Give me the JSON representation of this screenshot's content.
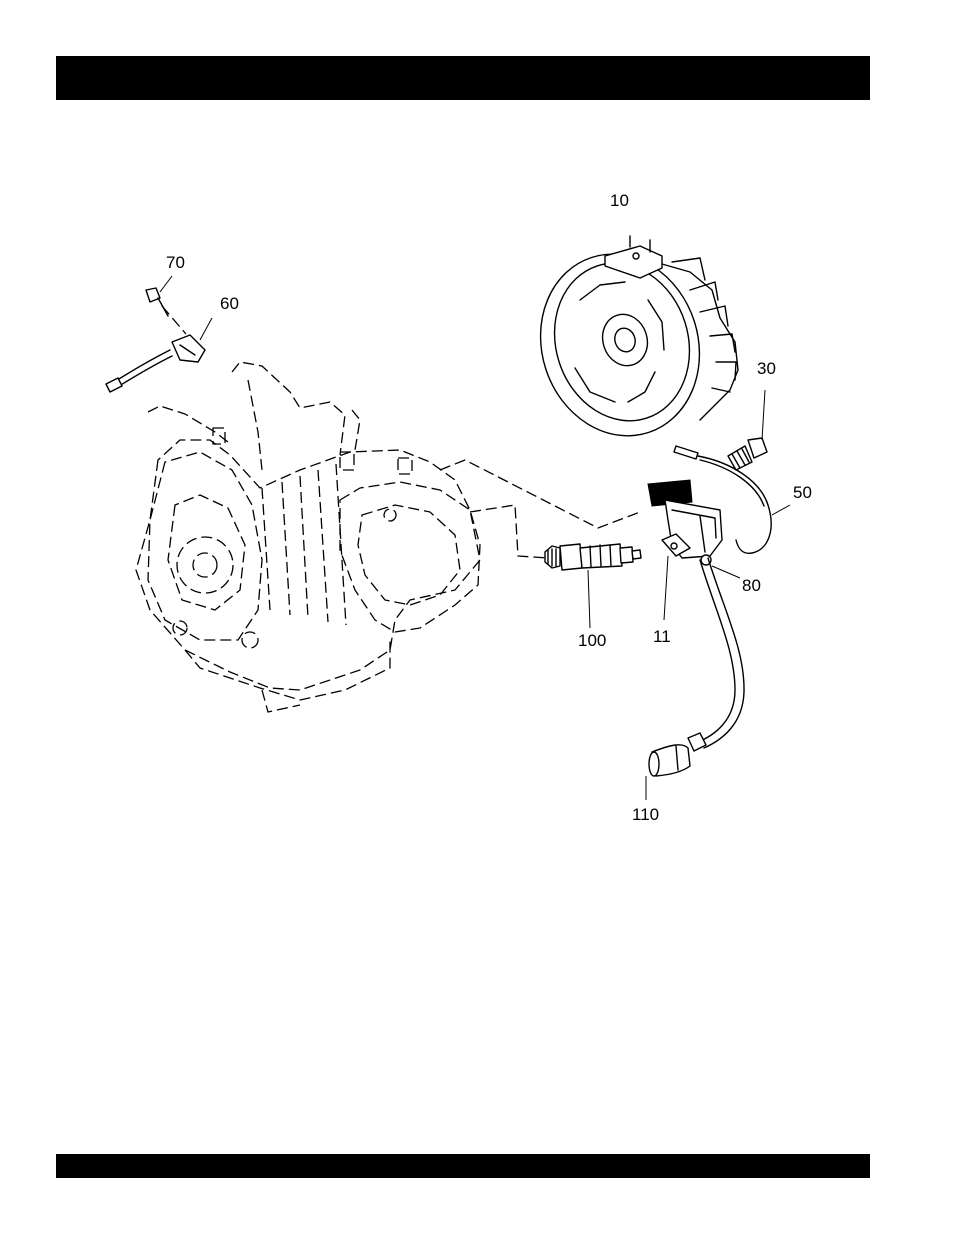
{
  "callouts": {
    "flywheel": "10",
    "ignition_coil": "11",
    "screw_30": "30",
    "ground_wire": "50",
    "oil_sensor": "60",
    "screw_70": "70",
    "coil_bolt": "80",
    "spark_plug": "100",
    "plug_cap": "110"
  },
  "colors": {
    "bar": "#000000",
    "line": "#000000",
    "background": "#ffffff"
  }
}
